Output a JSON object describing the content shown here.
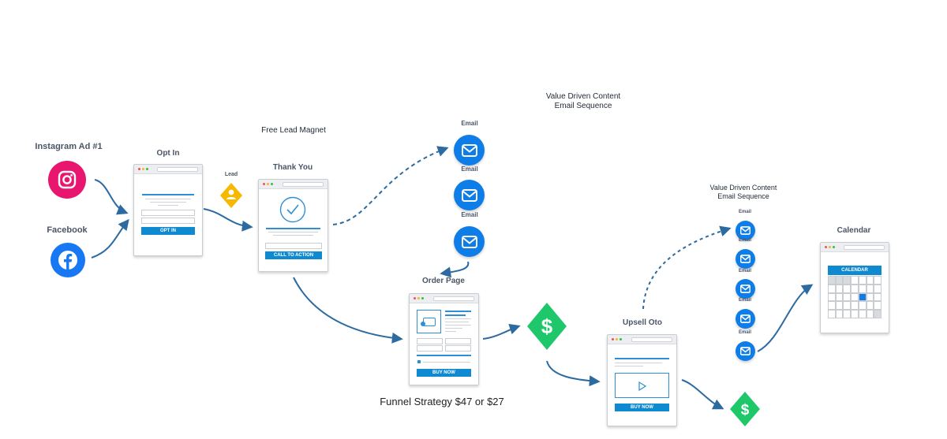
{
  "labels": {
    "instagram": "Instagram Ad #1",
    "facebook": "Facebook",
    "opt_in": "Opt In",
    "lead": "Lead",
    "free_lead_magnet": "Free Lead Magnet",
    "thank_you": "Thank You",
    "value_content_1": [
      "Value Driven Content",
      "Email Sequence"
    ],
    "value_content_2": [
      "Value Driven Content",
      "Email Sequence"
    ],
    "email": "Email",
    "order_page": "Order Page",
    "funnel_strategy": "Funnel Strategy $47 or $27",
    "upsell": "Upsell Oto",
    "calendar": "Calendar"
  },
  "buttons": {
    "opt_in": "OPT IN",
    "call_to_action": "CALL TO ACTION",
    "buy_now": "BUY NOW",
    "buy_now_2": "BUY NOW",
    "calendar_header": "CALENDAR"
  },
  "colors": {
    "instagram": "#e8166f",
    "facebook": "#1877f2",
    "email": "#0f7de8",
    "money": "#1ec86a",
    "lead": "#f6b800",
    "accent_blue": "#0f8ad1",
    "arrow": "#2c6aa0"
  },
  "icons": {
    "instagram": "instagram-icon",
    "facebook": "facebook-icon",
    "lead": "lead-person-icon",
    "email": "envelope-icon",
    "money": "dollar-icon",
    "check": "checkmark-icon",
    "play": "play-icon"
  }
}
